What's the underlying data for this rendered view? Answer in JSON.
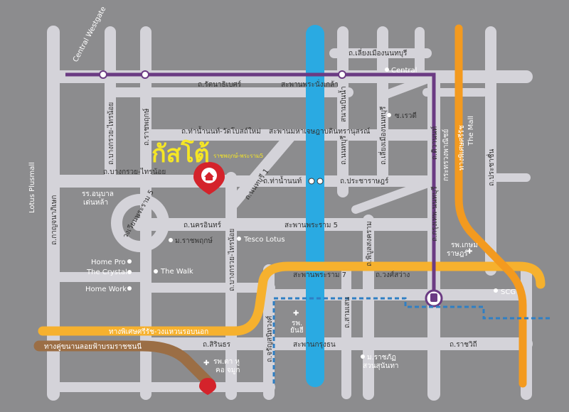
{
  "colors": {
    "background": "#8c8c8e",
    "road": "#d4d3d9",
    "river": "#2aaae2",
    "purple_line": "#6b3b83",
    "orange_line": "#f39a1f",
    "yellow_road": "#f6b12e",
    "brown_road": "#9b6e45",
    "blue_dashed": "#2f7fc4",
    "pin": "#d4232b",
    "brand": "#f5e625"
  },
  "brand": {
    "title": "กัสโต้",
    "subtitle": "ราชพฤกษ์-พระราม5"
  },
  "roads": {
    "rattanathibet": "ถ.รัตนาธิเบศร์",
    "bridge_phra_nang_klao": "สะพานพระนั่งเกล้า",
    "liang_mueang_top": "ถ.เลี่ยงเมืองนนทบุรี",
    "tha_nam_non_wat_bot": "ถ.ท่าน้ำนนท์-วัดโบสถ์ใหม่",
    "bridge_maha_chesadabodindranusorn": "สะพานมหาเจษฎาบดินทรานุสรณ์",
    "bang_kruai_sai_noi_h": "ถ.บางกรวย-ไทรน้อย",
    "bang_kruai_sai_noi_v": "ถ.บางกรวย-ไทรน้อย",
    "ratchaphruek": "ถ.ราชพฤกษ์",
    "nakhon_in": "ถ.นครอินทร์",
    "bridge_rama5": "สะพานพระราม 5",
    "bang_kruai_sai_noi_lower": "ถ.บางกรวย-ไทรน้อย",
    "kanchanaphisek": "ถ.กาญจนาภิเษก",
    "bang_bua_thong": "ถ.นนทบุรี 1",
    "tha_nam_non": "ถ.ท่าน้ำนนท์",
    "pracharat": "ถ.ประชาราษฎร์",
    "soi_rewadee": "ซ.เรวดี",
    "nonthaburi_v": "ถ.นนทบุรี",
    "liang_mueang_v": "ถ.เลี่ยงเมืองนนทบุรี",
    "sanam_bin_nam": "สนามบินน้ำ",
    "tiwanon": "ถ.ติวานนท์",
    "prachachuen": "ถ.ประชาชื่น",
    "krung_thep_nonthaburi": "ถ.กรุงเทพ-นนทบุรี",
    "ministry_commerce": "กระทรวงพาณิชย์",
    "bridge_rama7": "สะพานพระราม 7",
    "wong_sawang": "ถ.วงศ์สว่าง",
    "pibulsongkram": "ถ.พิบูลสงคราม",
    "charan_sanitwong": "ถ.จรัญสนิทวงศ์",
    "pracharat_sai_2": "ถ.สามเสน",
    "sirindhorn": "ถ.สิรินธร",
    "bridge_krung_thon": "สะพานกรุงธน",
    "ratchawithi": "ถ.ราชวิถี",
    "expressway": "ทางพิเศษศรีรัช-วงแหวนรอบนอก",
    "brown_route": "ทางคู่ขนานลอยฟ้าบรมราชชนนี",
    "orange_expressway_label": "ทางพิเศษศรีรัช",
    "circle_label": "วงเวียนพระราม 5",
    "central_westgate": "Central Westgate",
    "lotus_plusmall": "Lotus Plusmall"
  },
  "pois": {
    "central": "Central",
    "the_mall": "The Mall",
    "tesco_lotus": "Tesco Lotus",
    "rr_anuban": "รร.อนุบาล",
    "rr_anuban_2": "เด่นหล้า",
    "mor_ratchaphruek": "ม.ราชพฤกษ์",
    "home_pro": "Home Pro",
    "the_crystal": "The Crystal",
    "the_walk": "The Walk",
    "home_work": "Home Work",
    "rph_kasem": "รพ.เกษม",
    "rph_kasem_2": "ราษฎร์",
    "scg": "SCG",
    "rph_yanhee_1": "รพ.",
    "rph_yanhee_2": "ยันฮี",
    "rph_ta_1": "รพ.ตา หู",
    "rph_ta_2": "คอ จมูก",
    "mor_ratchaphat_1": "ม.ราชภัฏ",
    "mor_ratchaphat_2": "สวนสุนันทา"
  }
}
